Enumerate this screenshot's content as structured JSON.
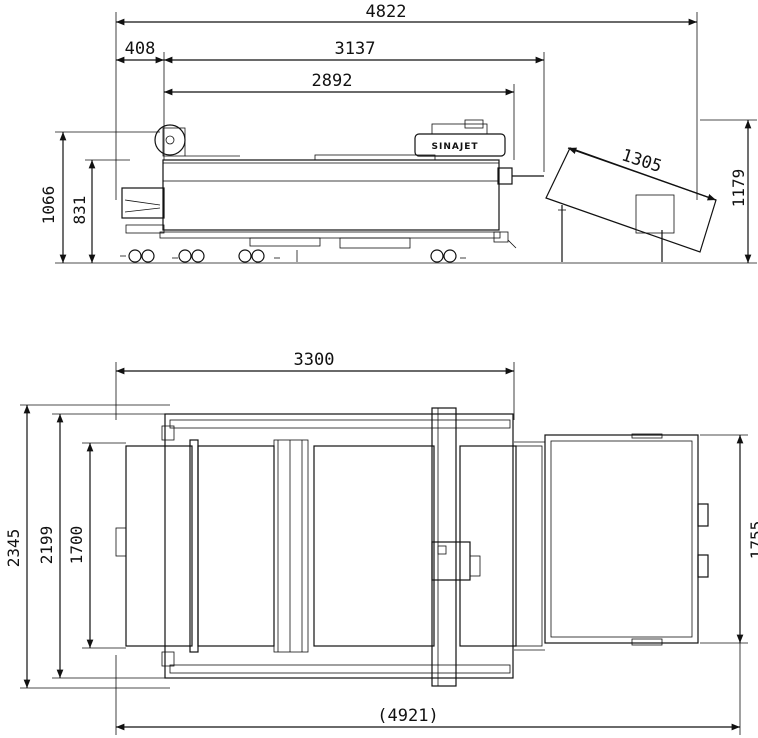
{
  "brand_label": "SINAJET",
  "side_view": {
    "dims": {
      "overall_length": "4822",
      "left_offset": "408",
      "frame_length": "3137",
      "table_length": "2892",
      "tray_length": "1305",
      "height_total": "1066",
      "height_table": "831",
      "height_tray": "1179"
    }
  },
  "top_view": {
    "dims": {
      "machine_length": "3300",
      "overall_length": "(4921)",
      "overall_width": "2345",
      "frame_width": "2199",
      "table_width": "1700",
      "tray_width": "1755"
    }
  }
}
